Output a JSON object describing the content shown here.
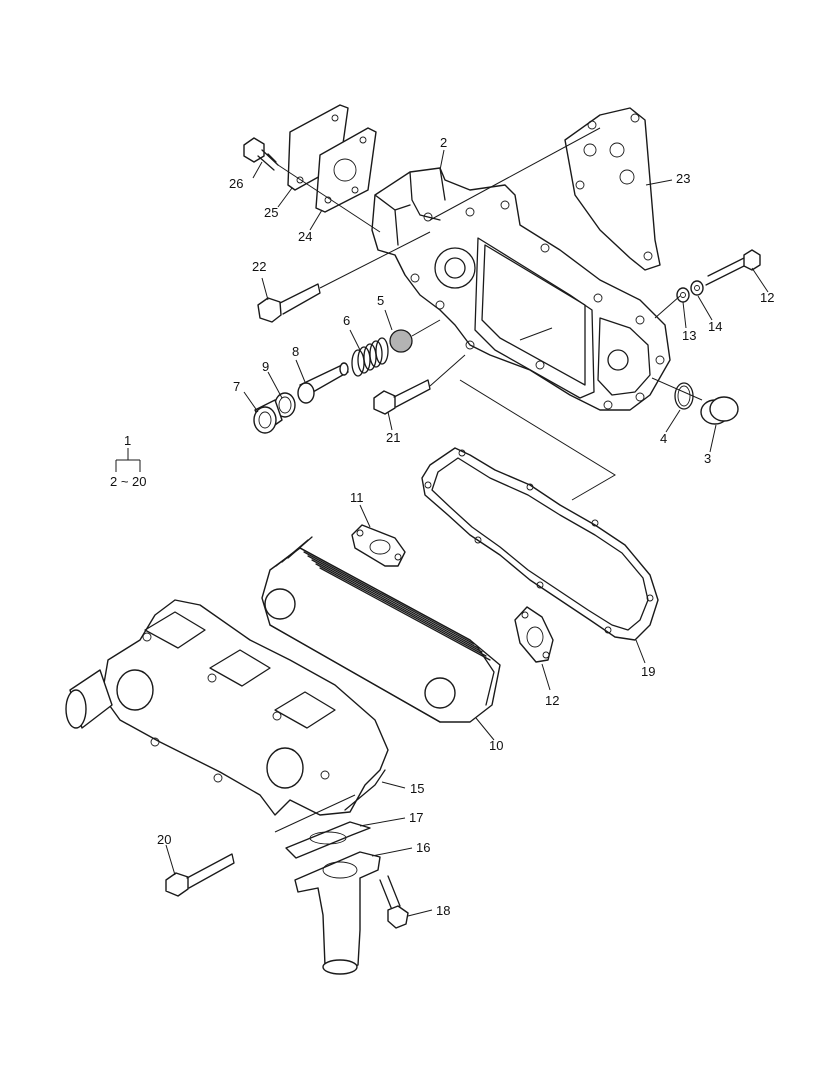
{
  "callouts": {
    "c1": "1",
    "c1_range": "2 ~ 20",
    "c2": "2",
    "c3": "3",
    "c4": "4",
    "c5": "5",
    "c6": "6",
    "c7": "7",
    "c8": "8",
    "c9": "9",
    "c10": "10",
    "c11": "11",
    "c12a": "12",
    "c12b": "12",
    "c13": "13",
    "c14": "14",
    "c15": "15",
    "c16": "16",
    "c17": "17",
    "c18": "18",
    "c19": "19",
    "c20": "20",
    "c21": "21",
    "c22": "22",
    "c23": "23",
    "c24": "24",
    "c25": "25",
    "c26": "26"
  },
  "colors": {
    "line": "#1a1a1a",
    "background": "#ffffff",
    "ball_fill": "#b3b3b3"
  }
}
